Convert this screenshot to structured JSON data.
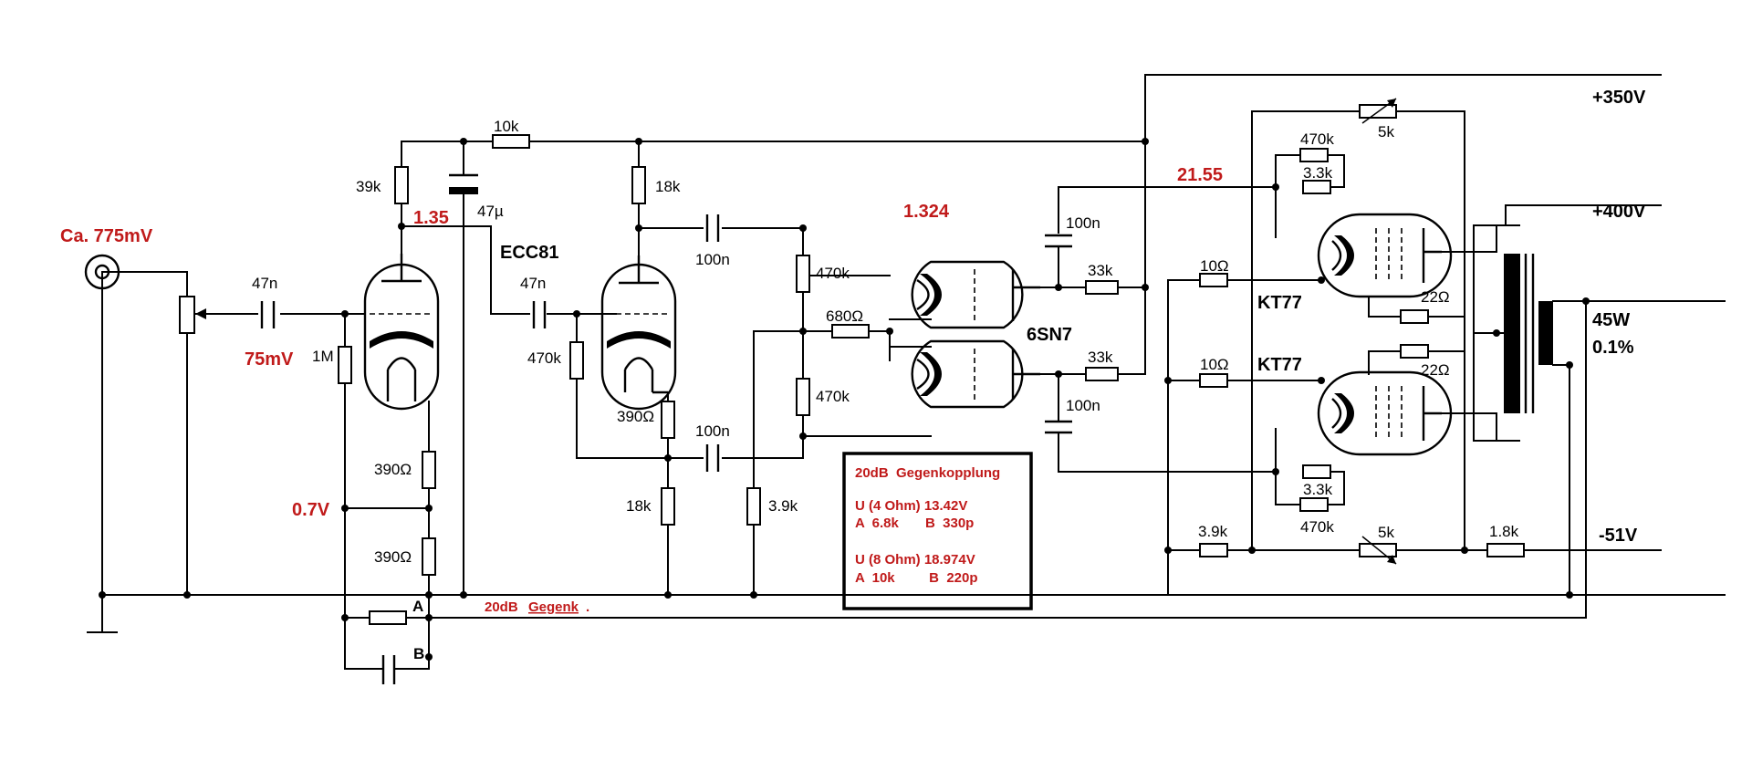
{
  "input": {
    "source_level": "Ca. 775mV",
    "grid_level": "75mV"
  },
  "voltages": {
    "rail_350": "+350V",
    "rail_400": "+400V",
    "rail_bias": "-51V",
    "v1_cathode": "0.7V",
    "v1_plate": "1.35",
    "v3_grid": "1.324",
    "v4_grid": "21.55"
  },
  "output": {
    "power": "45W",
    "distortion": "0.1%"
  },
  "tubes": {
    "first": "ECC81",
    "driver": "6SN7",
    "upper_output": "KT77",
    "lower_output": "KT77"
  },
  "components": {
    "c_in": "47n",
    "r_grid1": "1M",
    "r_plate1": "39k",
    "r_dec": "10k",
    "c_dec": "47µ",
    "r_k1a": "390Ω",
    "r_k1b": "390Ω",
    "c_couple1": "47n",
    "r_grid2": "470k",
    "r_plate2": "18k",
    "r_k2": "390Ω",
    "r_tail": "18k",
    "c_couple2a": "100n",
    "c_couple2b": "100n",
    "r_grid3a": "470k",
    "r_grid3b": "470k",
    "r_bias3": "680Ω",
    "r_ref": "3.9k",
    "r_load_a": "33k",
    "r_load_b": "33k",
    "c_out_a": "100n",
    "c_out_b": "100n",
    "r_g2a": "10Ω",
    "r_g2b": "10Ω",
    "r_top_470k": "470k",
    "r_top_33k": "3.3k",
    "pot_top": "5k",
    "r_bot_33k": "3.3k",
    "r_bot_470k": "470k",
    "pot_bot": "5k",
    "r_k_top": "22Ω",
    "r_k_bot": "22Ω",
    "r_bias_left": "3.9k",
    "r_bias_right": "1.8k"
  },
  "feedback": {
    "label": "20dB",
    "label_link": "Gegenk",
    "point_a": "A",
    "point_b": "B",
    "box_title": "20dB  Gegenkopplung",
    "box_line1": "U (4 Ohm) 13.42V",
    "box_line2": "A  6.8k       B  330p",
    "box_line3": "U (8 Ohm) 18.974V",
    "box_line4": "A  10k         B  220p"
  }
}
